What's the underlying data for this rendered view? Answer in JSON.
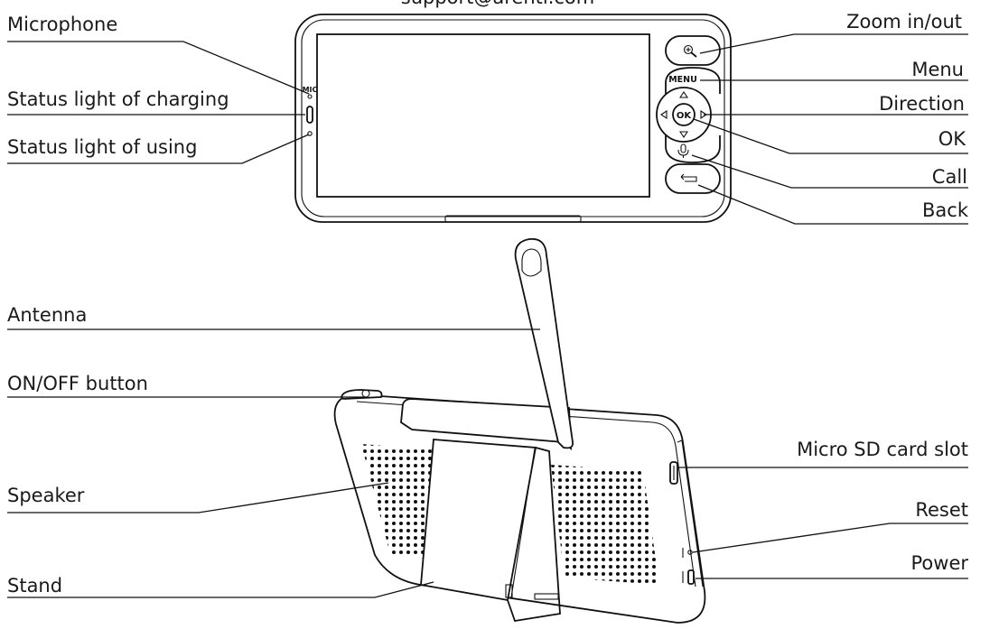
{
  "header_text": "support@arenti.com",
  "labels": {
    "microphone": "Microphone",
    "charging_light": "Status light of charging",
    "using_light": "Status light of using",
    "zoom": "Zoom in/out",
    "menu": "Menu",
    "direction": "Direction",
    "ok": "OK",
    "call": "Call",
    "back": "Back",
    "antenna": "Antenna",
    "on_off": "ON/OFF button",
    "speaker": "Speaker",
    "stand": "Stand",
    "sd_slot": "Micro SD card slot",
    "reset": "Reset",
    "power": "Power"
  },
  "device_marks": {
    "mic": "MIC",
    "menu_button": "MENU",
    "ok_button": "OK"
  },
  "colors": {
    "line": "#111111",
    "text": "#1a1a1a",
    "background": "#ffffff"
  }
}
